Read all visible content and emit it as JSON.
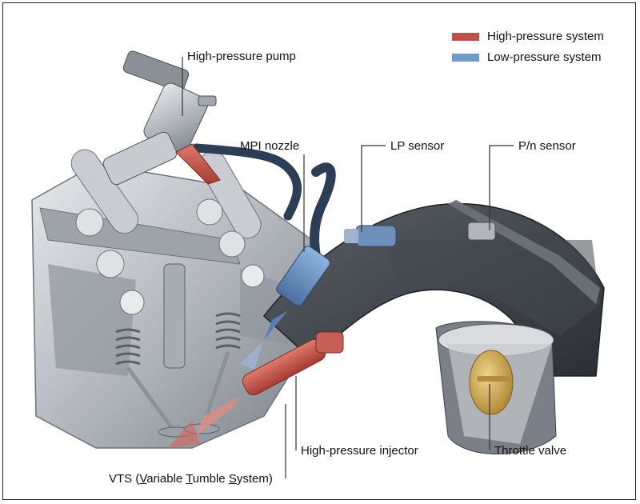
{
  "legend": {
    "items": [
      {
        "label": "High-pressure system",
        "color": "#c0504d"
      },
      {
        "label": "Low-pressure system",
        "color": "#6f9bd1"
      }
    ]
  },
  "labels": {
    "high_pressure_pump": "High-pressure pump",
    "mpi_nozzle": "MPI nozzle",
    "lp_sensor": "LP sensor",
    "pn_sensor": "P/n sensor",
    "high_pressure_injector": "High-pressure injector",
    "throttle_valve": "Throttle valve",
    "vts": {
      "prefix": "VTS (",
      "w1_initial": "V",
      "w1_rest": "ariable ",
      "w2_initial": "T",
      "w2_rest": "umble ",
      "w3_initial": "S",
      "w3_rest": "ystem)"
    }
  },
  "colors": {
    "high_pressure": "#c0504d",
    "low_pressure": "#6f9bd1",
    "metal": "#b8bcc2",
    "dark_metal": "#5b6068",
    "intake": "#3e4249",
    "throttle": "#c9a24a"
  }
}
